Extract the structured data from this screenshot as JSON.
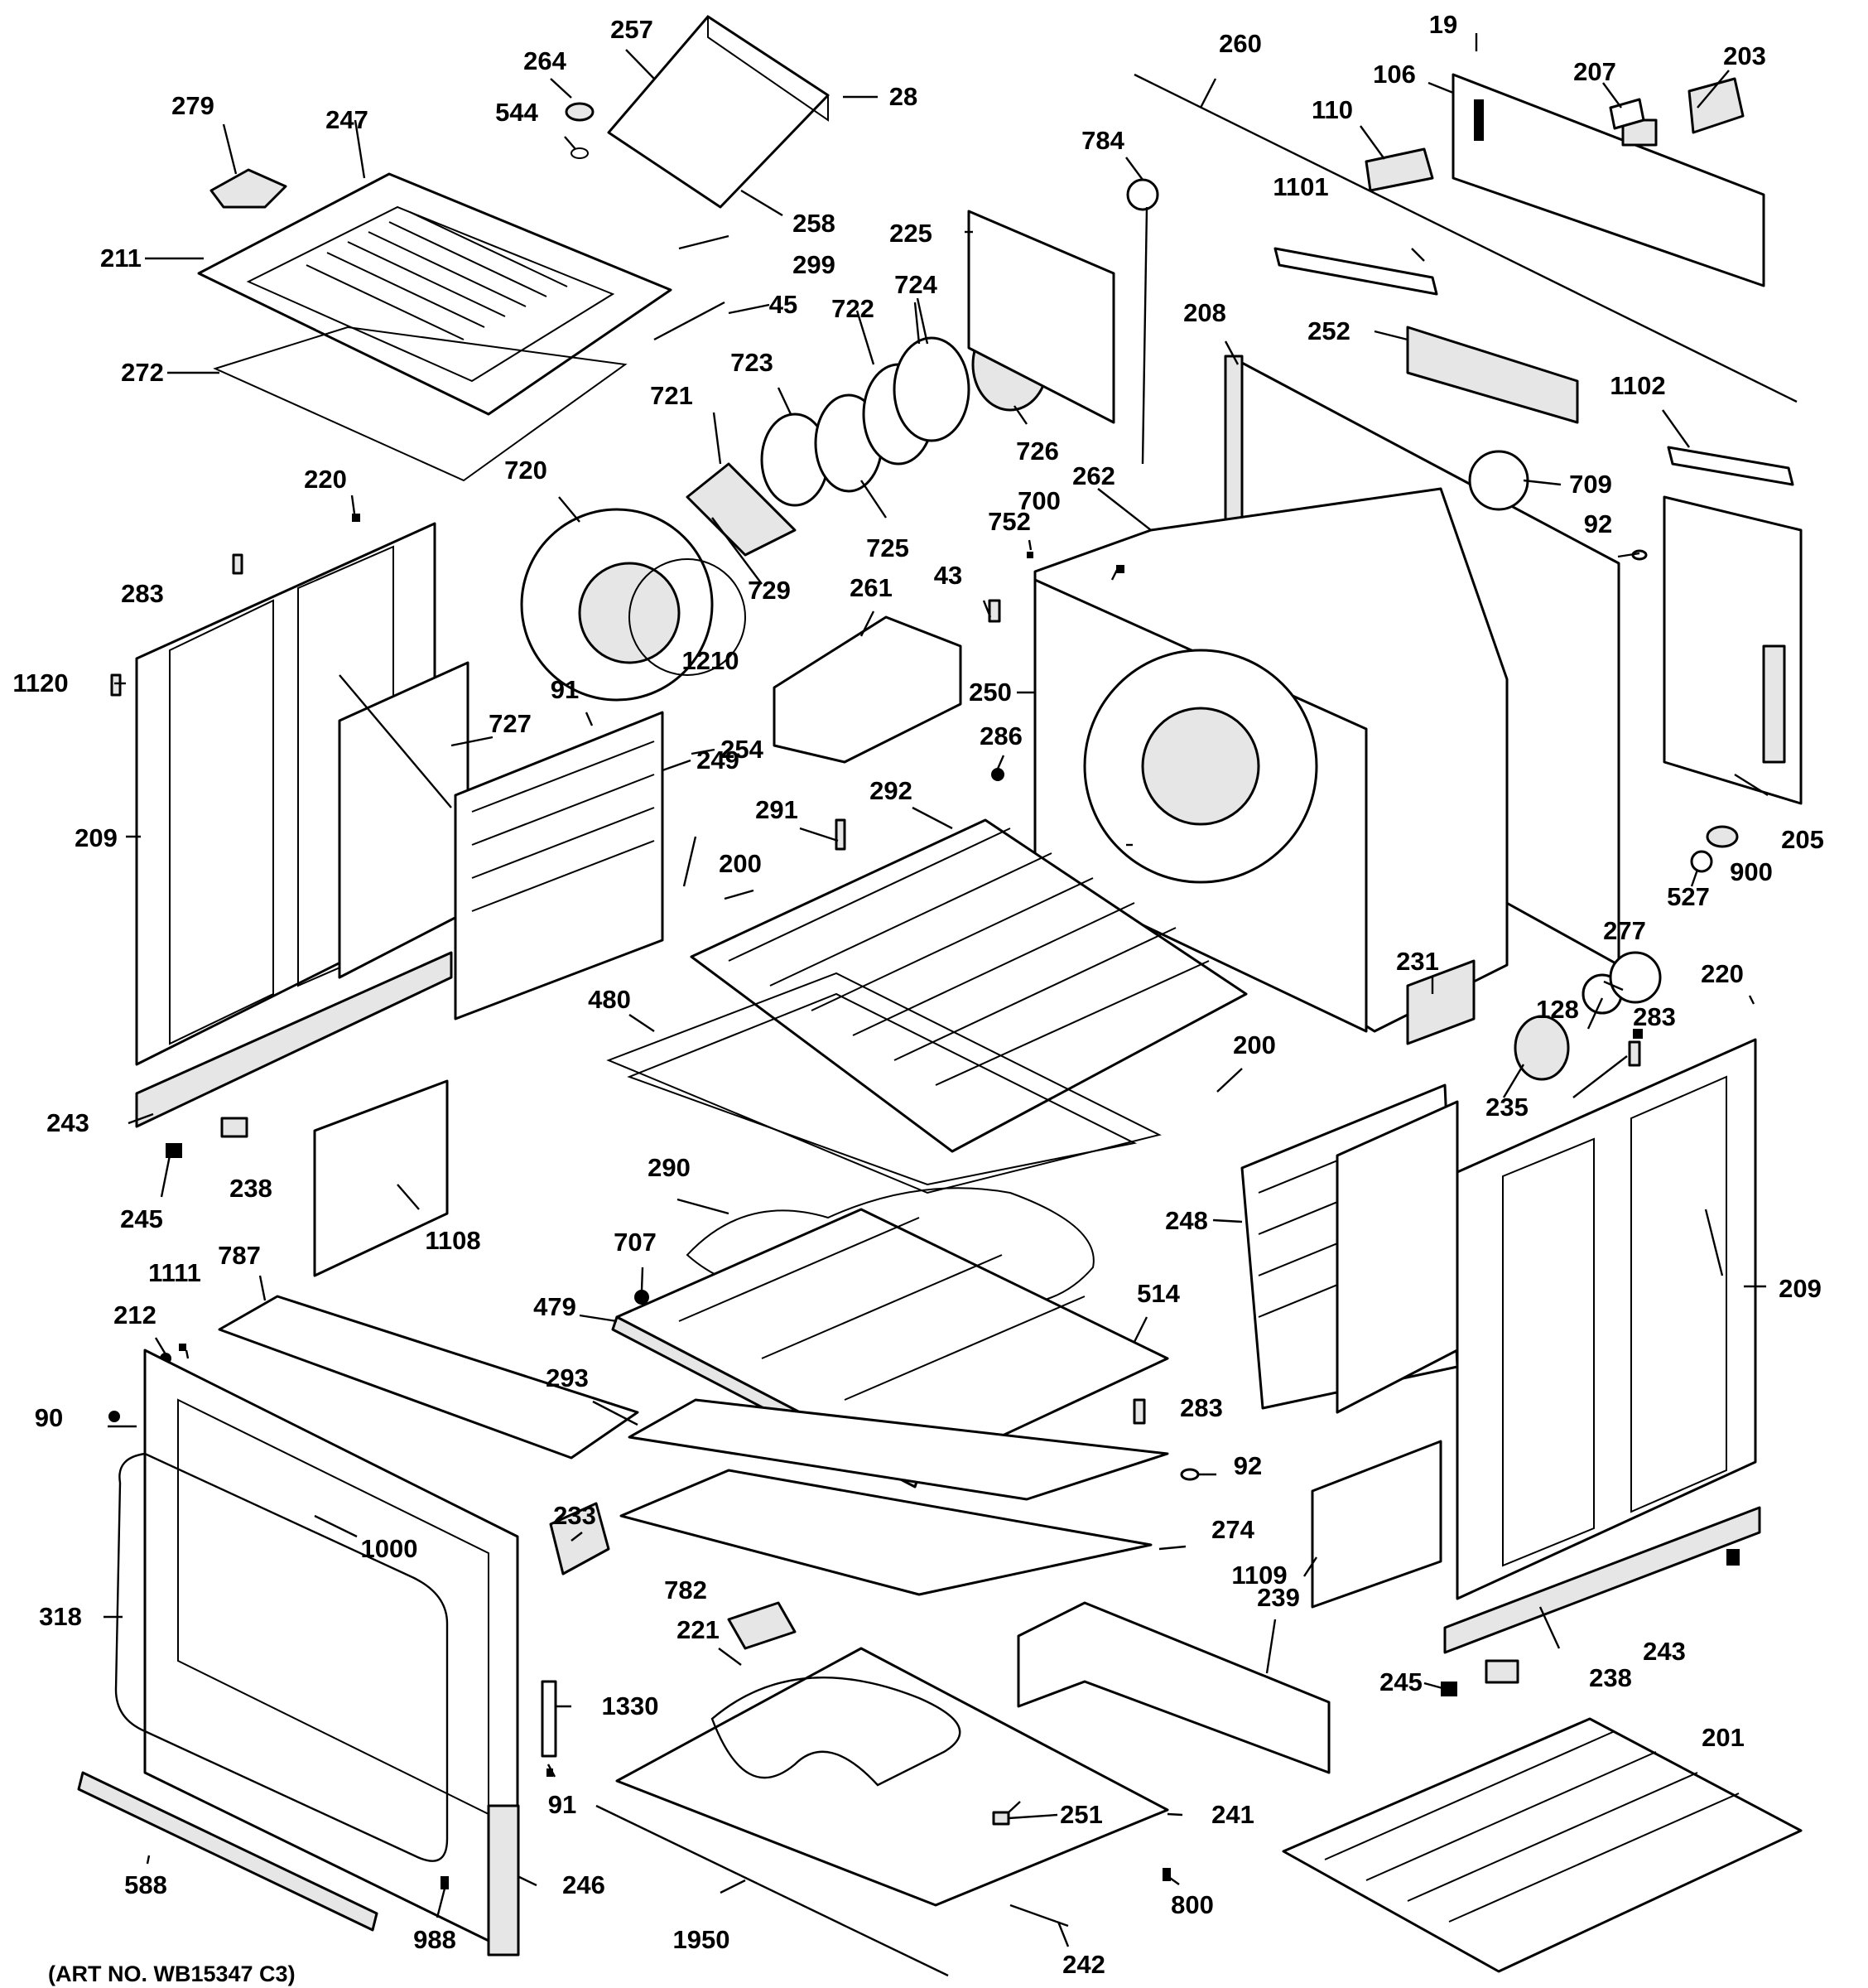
{
  "art_number": "(ART NO. WB15347 C3)",
  "callouts": [
    "19",
    "28",
    "43",
    "45",
    "90",
    "91",
    "92",
    "106",
    "110",
    "128",
    "200",
    "201",
    "203",
    "205",
    "207",
    "208",
    "209",
    "211",
    "212",
    "220",
    "221",
    "225",
    "231",
    "233",
    "235",
    "238",
    "239",
    "241",
    "242",
    "243",
    "245",
    "246",
    "247",
    "248",
    "249",
    "250",
    "251",
    "252",
    "254",
    "257",
    "258",
    "260",
    "261",
    "262",
    "264",
    "272",
    "274",
    "277",
    "279",
    "283",
    "286",
    "290",
    "291",
    "292",
    "293",
    "299",
    "318",
    "479",
    "480",
    "514",
    "527",
    "544",
    "588",
    "700",
    "707",
    "709",
    "720",
    "721",
    "722",
    "723",
    "724",
    "725",
    "726",
    "727",
    "729",
    "752",
    "782",
    "784",
    "787",
    "800",
    "900",
    "988",
    "1000",
    "1101",
    "1102",
    "1108",
    "1109",
    "1111",
    "1120",
    "1210",
    "1330",
    "1950"
  ]
}
